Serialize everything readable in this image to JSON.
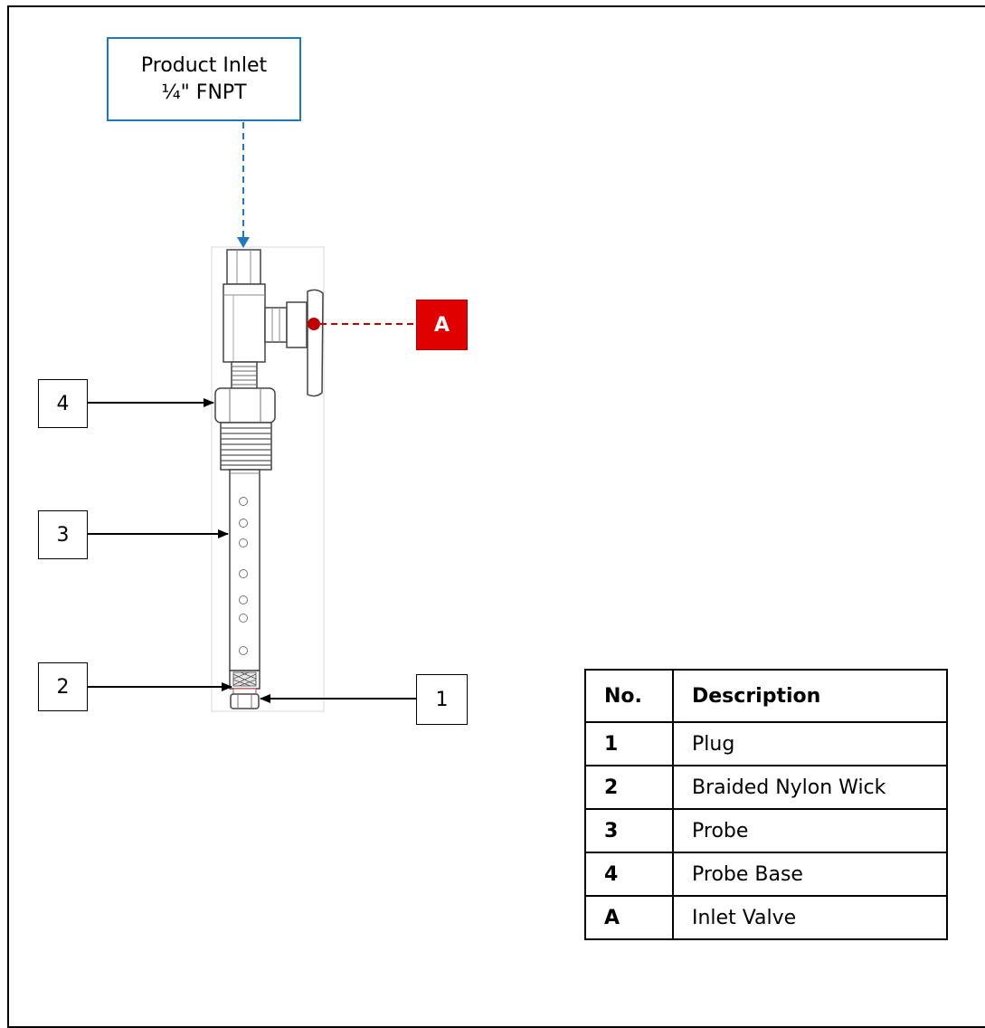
{
  "inlet_label": {
    "line1": "Product Inlet",
    "line2": "¼\" FNPT"
  },
  "valve_badge": "A",
  "callouts": {
    "c1": "1",
    "c2": "2",
    "c3": "3",
    "c4": "4"
  },
  "legend": {
    "headers": {
      "no": "No.",
      "description": "Description"
    },
    "rows": [
      {
        "no": "1",
        "description": "Plug"
      },
      {
        "no": "2",
        "description": "Braided Nylon Wick"
      },
      {
        "no": "3",
        "description": "Probe"
      },
      {
        "no": "4",
        "description": "Probe Base"
      },
      {
        "no": "A",
        "description": "Inlet Valve"
      }
    ]
  },
  "colors": {
    "inlet_accent": "#1f77c0",
    "valve_badge": "#e00000",
    "valve_leader": "#b00000"
  }
}
